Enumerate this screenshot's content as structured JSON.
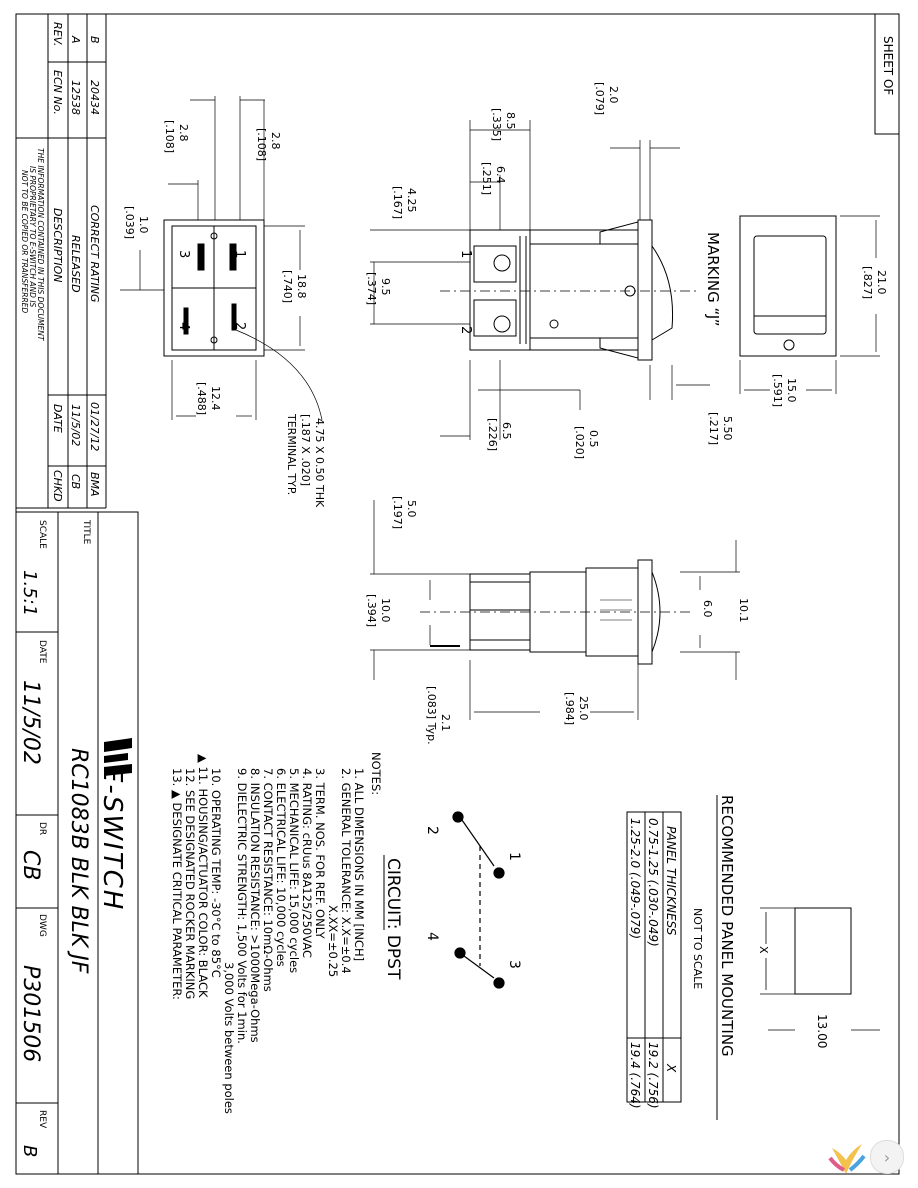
{
  "sheet": {
    "sheet_label": "SHEET OF",
    "marking": "MARKING “J”",
    "circuit": "CIRCUIT: DPST",
    "recommended_title": "RECOMMENDED PANEL MOUNTING",
    "not_to_scale": "NOT TO SCALE",
    "panel_table": {
      "headers": [
        "PANEL THICKNESS",
        "X"
      ],
      "rows": [
        [
          "0.75-1.25 (.030-.049)",
          "19.2 (.756)"
        ],
        [
          "1.25-2.0 (.049-.079)",
          "19.4 (.764)"
        ]
      ]
    },
    "dims": {
      "d_210": "21.0",
      "d_827": "[.827]",
      "d_150": "15.0",
      "d_591": "[.591]",
      "d_550": "5.50",
      "d_217": "[.217]",
      "d_20": "2.0",
      "d_079": "[.079]",
      "d_85": "8.5",
      "d_335": "[.335]",
      "d_64": "6.4",
      "d_251": "[.251]",
      "d_425": "4.25",
      "d_167": "[.167]",
      "d_95": "9.5",
      "d_374": "[.374]",
      "d_65": "6.5",
      "d_226": "[.226]",
      "d_05": "0.5",
      "d_020": "[.020]",
      "d_28a": "2.8",
      "d_108a": "[.108]",
      "d_28b": "2.8",
      "d_108b": "[.108]",
      "d_10": "1.0",
      "d_039": "[.039]",
      "d_188": "18.8",
      "d_740": "[.740]",
      "d_124": "12.4",
      "d_488": "[.488]",
      "terminal_1": "4.75 X 0.50 THK",
      "terminal_2": "[.187 X .020]",
      "terminal_3": "TERMINAL TYP.",
      "d_50": "5.0",
      "d_197": "[.197]",
      "d_100": "10.0",
      "d_394": "[.394]",
      "d_101": "10.1",
      "d_60": "6.0",
      "d_250": "25.0",
      "d_984": "[.984]",
      "d_21": "2.1",
      "d_083": "[.083] Typ.",
      "d_1300": "13.00",
      "x_label": "X"
    },
    "terminal_numbers": [
      "1",
      "2",
      "3",
      "4"
    ],
    "notes_title": "NOTES:",
    "notes": [
      "1. ALL DIMENSIONS IN MM [INCH]",
      "2. GENERAL TOLERANCE: X.X=±0.4",
      "X.XX=±0.25",
      "3. TERM. NOS. FOR REF. ONLY",
      "4. RATING: cRUus 8A125/250VAC",
      "5. MECHANICAL LIFE: 15,000 cycles",
      "6. ELECTRICAL LIFE: 10,000 cycles",
      "7. CONTACT RESISTANCE: 10mΩ-Ohms",
      "8. INSULATION RESISTANCE: >1000Mega-Ohms",
      "9. DIELECTRIC STRENGTH: 1,500 Volts for 1min.",
      "3,000 Volts between poles",
      "10. OPERATING TEMP: -30°C to 85°C",
      "▲ 11. HOUSING/ACTUATOR COLOR: BLACK",
      "12. SEE DESIGNATED ROCKER MARKING",
      "13. ▲ DESIGNATE CRITICAL PARAMETER:"
    ],
    "revisions": [
      {
        "rev": "B",
        "ecn": "20434",
        "desc": "CORRECT RATING",
        "date": "01/27/12",
        "chkd": "BMA"
      },
      {
        "rev": "A",
        "ecn": "12538",
        "desc": "RELEASED",
        "date": "11/5/02",
        "chkd": "CB"
      }
    ],
    "rev_headers": {
      "rev": "REV.",
      "ecn": "ECN No.",
      "desc": "DESCRIPTION",
      "date": "DATE",
      "chkd": "CHKD"
    },
    "proprietary": [
      "THE INFORMATION CONTAINED IN THIS DOCUMENT",
      "IS PROPRIETARY TO E-SWITCH AND IS",
      "NOT TO BE COPIED OR TRANSFERRED"
    ],
    "title_block": {
      "title_label": "TITLE",
      "title": "RC1083B BLK BLK JF",
      "company": "E-SWITCH",
      "scale_label": "SCALE",
      "scale": "1.5:1",
      "date_label": "DATE",
      "date": "11/5/02",
      "dr_label": "DR",
      "dr": "CB",
      "dwg_label": "DWG",
      "dwg": "P301506",
      "rev_label": "REV",
      "rev": "B"
    }
  }
}
